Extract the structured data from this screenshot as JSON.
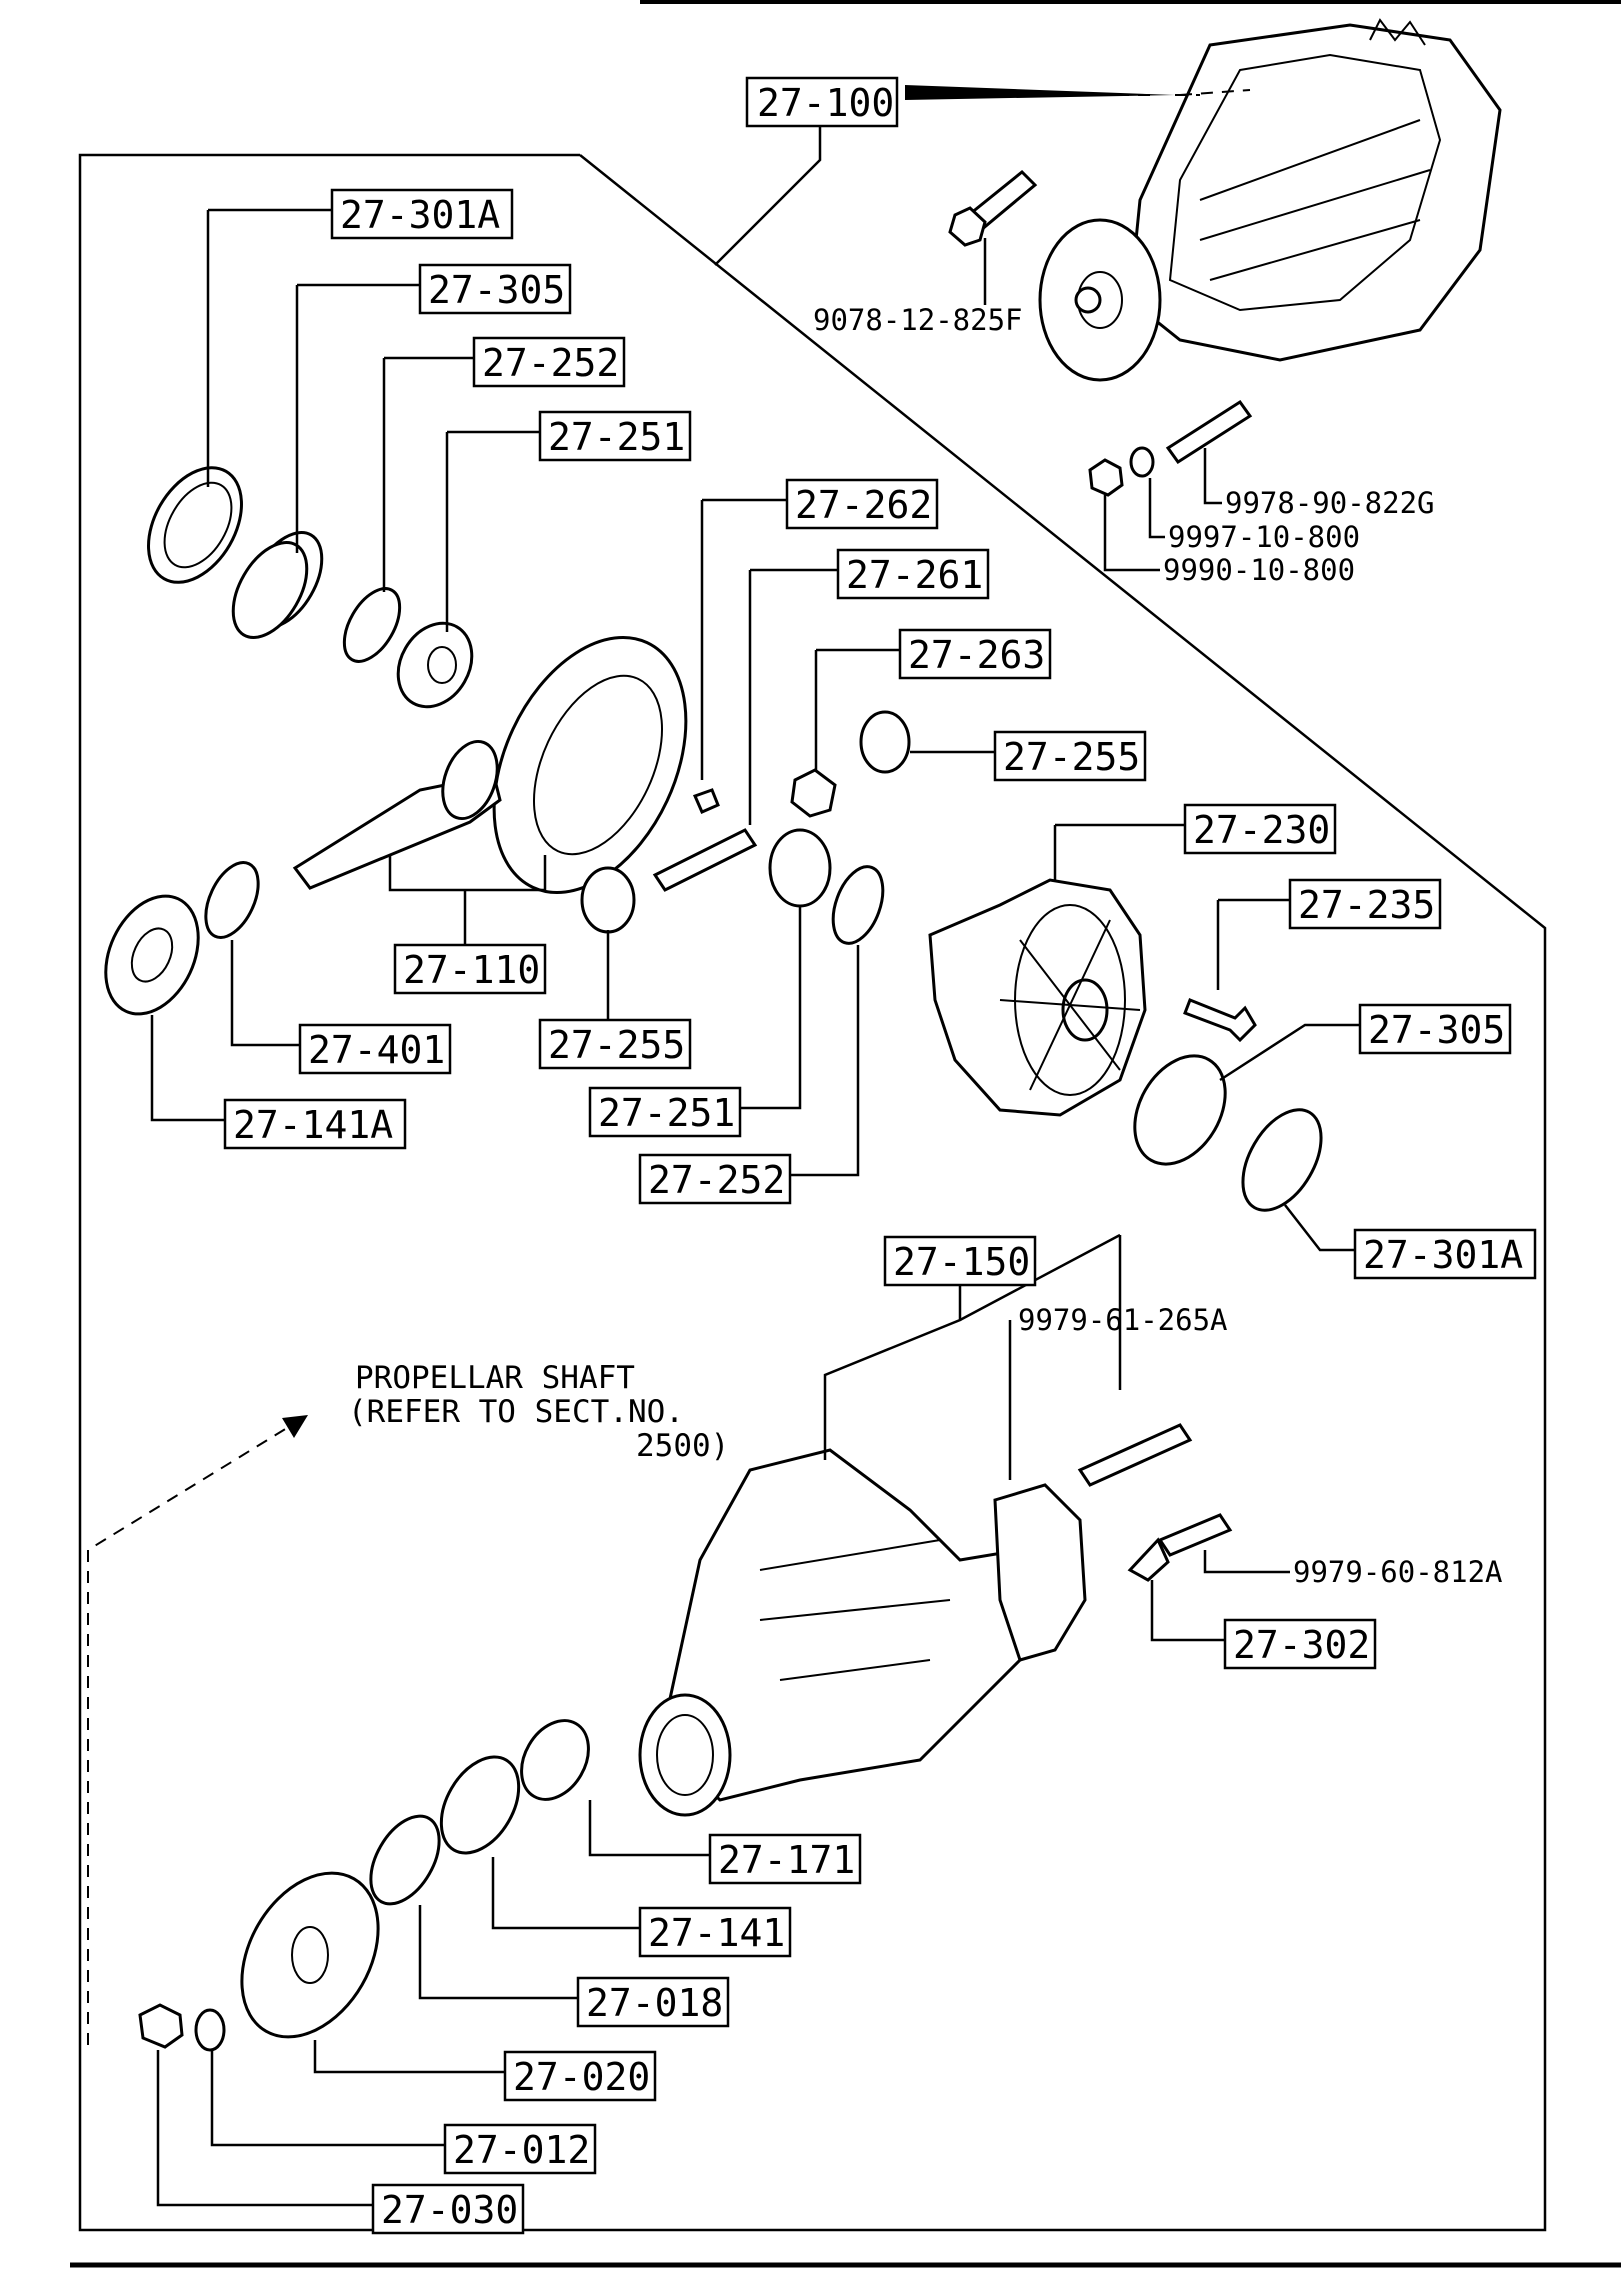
{
  "labels": {
    "l_27_100": "27-100",
    "l_27_301A_top": "27-301A",
    "l_27_305_top": "27-305",
    "l_27_252_top": "27-252",
    "l_27_251_top": "27-251",
    "l_27_262": "27-262",
    "l_27_261": "27-261",
    "l_27_263": "27-263",
    "l_27_255_right": "27-255",
    "l_27_230": "27-230",
    "l_27_235": "27-235",
    "l_27_305_right": "27-305",
    "l_27_301A_right": "27-301A",
    "l_27_110": "27-110",
    "l_27_401": "27-401",
    "l_27_141A": "27-141A",
    "l_27_255_mid": "27-255",
    "l_27_251_mid": "27-251",
    "l_27_252_mid": "27-252",
    "l_27_150": "27-150",
    "l_27_302": "27-302",
    "l_27_171": "27-171",
    "l_27_141": "27-141",
    "l_27_018": "27-018",
    "l_27_020": "27-020",
    "l_27_012": "27-012",
    "l_27_030": "27-030"
  },
  "part_numbers": {
    "p_9078_12_825F": "9078-12-825F",
    "p_9978_90_822G": "9978-90-822G",
    "p_9997_10_800": "9997-10-800",
    "p_9990_10_800": "9990-10-800",
    "p_9979_61_265A": "9979-61-265A",
    "p_9979_60_812A": "9979-60-812A"
  },
  "note": {
    "line1": "PROPELLAR SHAFT",
    "line2": "(REFER TO SECT.NO.",
    "line3": "2500)"
  }
}
